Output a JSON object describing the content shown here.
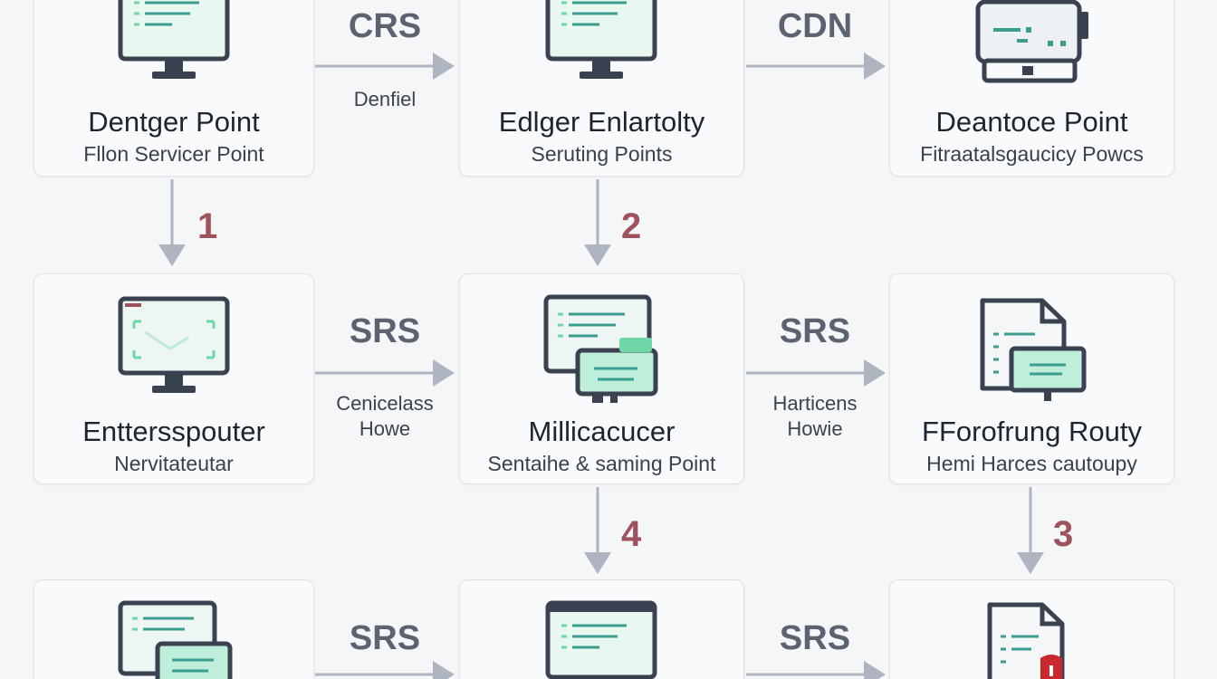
{
  "nodes": [
    {
      "id": "n1",
      "title": "Dentger Point",
      "subtitle": "Fllon Servicer Point",
      "icon": "monitor-icon"
    },
    {
      "id": "n2",
      "title": "Edlger Enlartolty",
      "subtitle": "Seruting Points",
      "icon": "monitor-icon"
    },
    {
      "id": "n3",
      "title": "Deantoce Point",
      "subtitle": "Fitraatalsgaucicy Powcs",
      "icon": "server-icon"
    },
    {
      "id": "n4",
      "title": "Enttersspouter",
      "subtitle": "Nervitateutar",
      "icon": "monitor-chart-icon"
    },
    {
      "id": "n5",
      "title": "Millicacucer",
      "subtitle": "Sentaihe & saming Point",
      "icon": "multi-screen-icon"
    },
    {
      "id": "n6",
      "title": "FForofrung Routy",
      "subtitle": "Hemi Harces cautoupy",
      "icon": "document-screen-icon"
    },
    {
      "id": "n7",
      "title": "",
      "subtitle": "",
      "icon": "multi-screen-icon"
    },
    {
      "id": "n8",
      "title": "",
      "subtitle": "",
      "icon": "monitor-icon"
    },
    {
      "id": "n9",
      "title": "",
      "subtitle": "",
      "icon": "document-alert-icon"
    }
  ],
  "edges": {
    "e12": {
      "label": "CRS",
      "note": "Denfiel"
    },
    "e23": {
      "label": "CDN",
      "note": ""
    },
    "e45": {
      "label": "SRS",
      "note_line1": "Cenicelass",
      "note_line2": "Howe"
    },
    "e56": {
      "label": "SRS",
      "note_line1": "Harticens",
      "note_line2": "Howie"
    },
    "e78": {
      "label": "SRS"
    },
    "e89": {
      "label": "SRS"
    }
  },
  "steps": [
    "1",
    "2",
    "3",
    "4"
  ],
  "colors": {
    "accent": "#a0525c",
    "arrow": "#aeb5c0",
    "icon_dark": "#3a4150",
    "icon_screen": "#e9f7f1",
    "icon_green": "#6fd6a8",
    "alert": "#c8282e"
  }
}
